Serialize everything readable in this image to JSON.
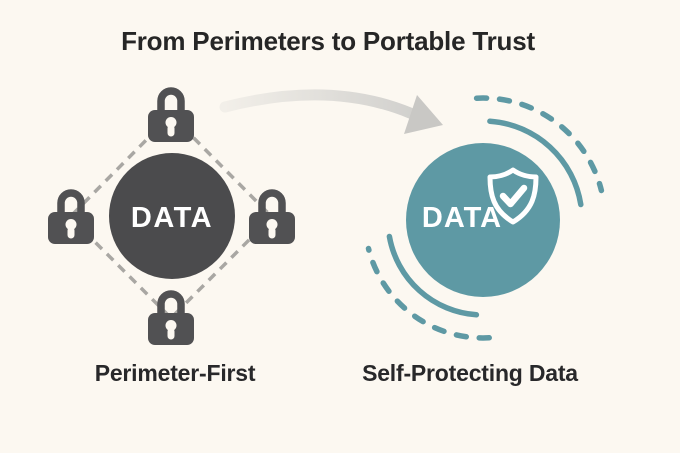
{
  "title": "From Perimeters to Portable Trust",
  "left_diagram": {
    "caption": "Perimeter-First",
    "data_label": "DATA",
    "icon": "padlock-icon",
    "lock_count": 4
  },
  "transition": {
    "icon": "curved-arrow-icon"
  },
  "right_diagram": {
    "caption": "Self-Protecting Data",
    "data_label": "DATA",
    "icon": "shield-check-icon"
  },
  "colors": {
    "background": "#fcf8f1",
    "title_text": "#262626",
    "dark_circle": "#4b4b4d",
    "lock": "#515153",
    "dashed_line": "#a9a7a3",
    "teal": "#5e99a4",
    "arrow_gray": "#cfcecb",
    "data_label_white": "#ffffff"
  }
}
